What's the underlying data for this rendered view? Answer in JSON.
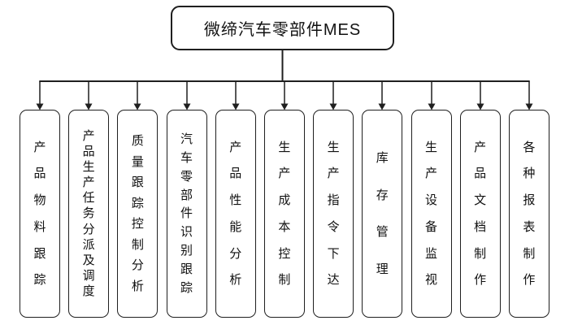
{
  "diagram": {
    "root": {
      "label": "微缔汽车零部件MES"
    },
    "children": [
      {
        "label": "产品物料跟踪"
      },
      {
        "label": "产品生产任务分派及调度"
      },
      {
        "label": "质量跟踪控制分析"
      },
      {
        "label": "汽车零部件识别跟踪"
      },
      {
        "label": "产品性能分析"
      },
      {
        "label": "生产成本控制"
      },
      {
        "label": "生产指令下达"
      },
      {
        "label": "库存管理"
      },
      {
        "label": "生产设备监视"
      },
      {
        "label": "产品文档制作"
      },
      {
        "label": "各种报表制作"
      }
    ]
  },
  "colors": {
    "line": "#1f1f1f",
    "box_border": "#1f1f1f",
    "background": "#ffffff",
    "text": "#111111"
  }
}
